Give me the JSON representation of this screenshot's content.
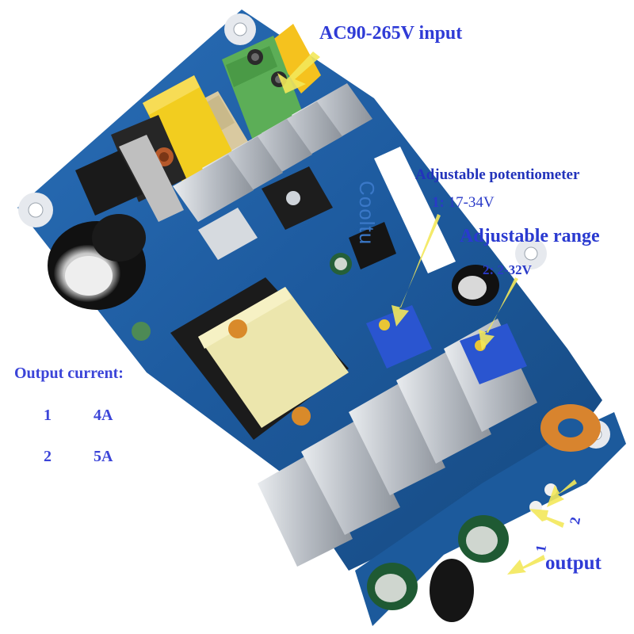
{
  "labels": {
    "input": "AC90-265V input",
    "potentiometer": "Adjustable potentiometer",
    "option1_num": "1:",
    "option1_range": "17-34V",
    "range_title": "Adjustable range",
    "option2_num": "2:",
    "option2_range": "2-32V",
    "output_current": "Output current:",
    "output": "output",
    "out_pin1": "1",
    "out_pin2": "2",
    "brand": "Cooltu"
  },
  "current_table": [
    {
      "num": "1",
      "value": "4A"
    },
    {
      "num": "2",
      "value": "5A"
    }
  ],
  "colors": {
    "pcb": "#1f5fa8",
    "label": "#2f3bd6",
    "arrow": "#f3e85a",
    "heatsink": "#c9cdd3",
    "transformer": "#efeab0",
    "terminal": "#5cb15a",
    "trimmer": "#2a55d0"
  }
}
